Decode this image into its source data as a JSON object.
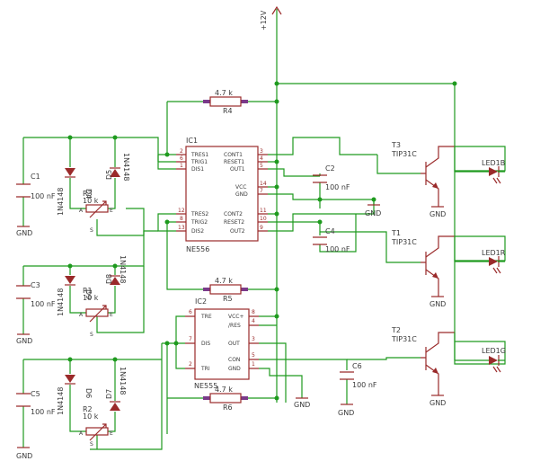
{
  "supply": {
    "label": "+12V"
  },
  "gnd_label": "GND",
  "ic1": {
    "name": "IC1",
    "value": "NE556",
    "pins_left_a": [
      "TRES1",
      "TRIG1",
      "DIS1"
    ],
    "pins_right_a": [
      "CONT1",
      "RESET1",
      "OUT1"
    ],
    "pins_left_b": [
      "TRES2",
      "TRIG2",
      "DIS2"
    ],
    "pins_right_b": [
      "CONT2",
      "RESET2",
      "OUT2"
    ],
    "pwr": [
      "VCC",
      "GND"
    ],
    "pin_nums": [
      "2",
      "6",
      "1",
      "3",
      "4",
      "5",
      "14",
      "7",
      "12",
      "8",
      "13",
      "11",
      "10",
      "9"
    ]
  },
  "ic2": {
    "name": "IC2",
    "value": "NE555",
    "pins_left": [
      "TRE",
      "DIS",
      "TRI"
    ],
    "pins_right": [
      "VCC+",
      "/RES",
      "OUT",
      "CON",
      "GND"
    ],
    "pin_nums": [
      "6",
      "7",
      "2",
      "8",
      "4",
      "3",
      "5",
      "1"
    ]
  },
  "resistors": [
    {
      "name": "R4",
      "value": "4.7 k"
    },
    {
      "name": "R5",
      "value": "4.7 k"
    },
    {
      "name": "R6",
      "value": "4.7 k"
    }
  ],
  "pots": [
    {
      "name": "R3",
      "value": "10 k"
    },
    {
      "name": "R1",
      "value": "10 k"
    },
    {
      "name": "R2",
      "value": "10 k"
    }
  ],
  "pot_pins": [
    "A",
    "E",
    "S"
  ],
  "caps": [
    {
      "name": "C1",
      "value": "100 nF"
    },
    {
      "name": "C3",
      "value": "100 nF"
    },
    {
      "name": "C5",
      "value": "100 nF"
    },
    {
      "name": "C2",
      "value": "100 nF"
    },
    {
      "name": "C4",
      "value": "100 nF"
    },
    {
      "name": "C6",
      "value": "100 nF"
    }
  ],
  "diodes": [
    {
      "name": "D4",
      "value": "1N4148"
    },
    {
      "name": "D5",
      "value": "1N4148"
    },
    {
      "name": "D9",
      "value": "1N4148"
    },
    {
      "name": "D8",
      "value": "1N4148"
    },
    {
      "name": "D6",
      "value": "1N4148"
    },
    {
      "name": "D7",
      "value": "1N4148"
    }
  ],
  "transistors": [
    {
      "name": "T3",
      "value": "TIP31C"
    },
    {
      "name": "T1",
      "value": "TIP31C"
    },
    {
      "name": "T2",
      "value": "TIP31C"
    }
  ],
  "leds": [
    {
      "name": "LED1B"
    },
    {
      "name": "LED1R"
    },
    {
      "name": "LED1G"
    }
  ]
}
